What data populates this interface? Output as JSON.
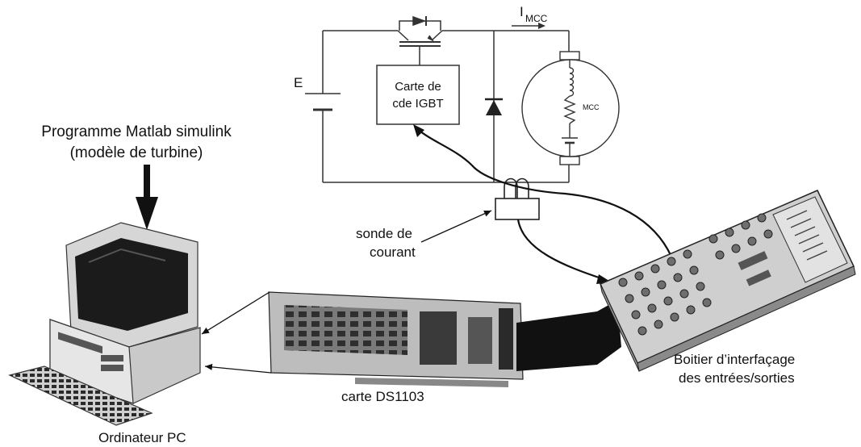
{
  "labels": {
    "current": "I",
    "current_sub": "MCC",
    "source": "E",
    "igbt_card_line1": "Carte de",
    "igbt_card_line2": "cde IGBT",
    "motor": "MCC",
    "program_line1": "Programme Matlab simulink",
    "program_line2": "(modèle de turbine)",
    "probe_line1": "sonde de",
    "probe_line2": "courant",
    "box_line1": "Boitier d’interfaçage",
    "box_line2": "des entrées/sorties",
    "board": "carte DS1103",
    "pc": "Ordinateur PC"
  }
}
